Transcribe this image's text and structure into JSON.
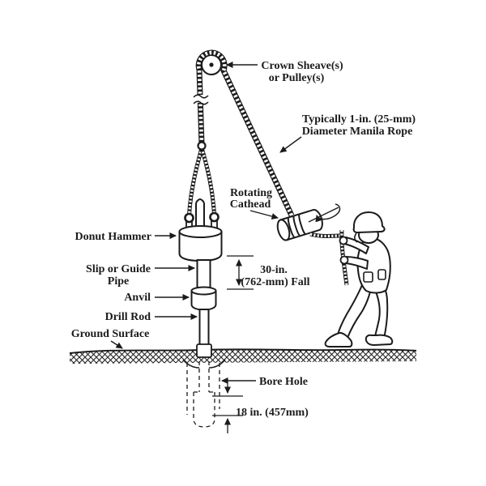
{
  "diagram": {
    "labels": {
      "crown_sheave_1": "Crown Sheave(s)",
      "crown_sheave_2": "or Pulley(s)",
      "manila_rope_1": "Typically 1-in. (25-mm)",
      "manila_rope_2": "Diameter Manila Rope",
      "rotating_cathead_1": "Rotating",
      "rotating_cathead_2": "Cathead",
      "donut_hammer": "Donut Hammer",
      "guide_pipe_1": "Slip or Guide",
      "guide_pipe_2": "Pipe",
      "anvil": "Anvil",
      "drill_rod": "Drill Rod",
      "ground_surface": "Ground Surface",
      "fall_1": "30-in.",
      "fall_2": "(762-mm) Fall",
      "bore_hole": "Bore Hole",
      "depth_18": "18 in. (457mm)"
    },
    "colors": {
      "ink": "#1b1b1b",
      "paper": "#ffffff"
    }
  }
}
